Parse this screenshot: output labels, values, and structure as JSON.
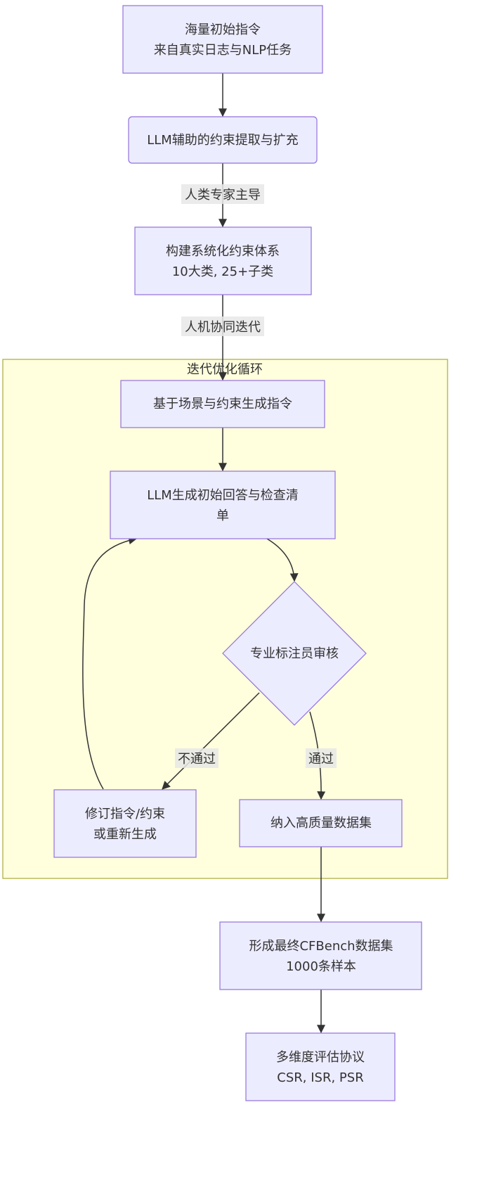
{
  "nodes": {
    "n1": {
      "line1": "海量初始指令",
      "line2": "来自真实日志与NLP任务"
    },
    "n2": {
      "line1": "LLM辅助的约束提取与扩充"
    },
    "n3": {
      "line1": "构建系统化约束体系",
      "line2": "10大类, 25+子类"
    },
    "n4": {
      "line1": "基于场景与约束生成指令"
    },
    "n5": {
      "line1": "LLM生成初始回答与检查清",
      "line2": "单"
    },
    "n6": {
      "line1": "专业标注员审核"
    },
    "n7": {
      "line1": "修订指令/约束",
      "line2": "或重新生成"
    },
    "n8": {
      "line1": "纳入高质量数据集"
    },
    "n9": {
      "line1": "形成最终CFBench数据集",
      "line2": "1000条样本"
    },
    "n10": {
      "line1": "多维度评估协议",
      "line2": "CSR, ISR, PSR"
    }
  },
  "edges": {
    "e2_3": "人类专家主导",
    "e3_4": "人机协同迭代",
    "e6_7": "不通过",
    "e6_8": "通过"
  },
  "cluster": {
    "title": "迭代优化循环"
  },
  "colors": {
    "node_fill": "#ECECFF",
    "node_stroke": "#9370DB",
    "cluster_fill": "#FFFFDE",
    "cluster_stroke": "#AAAA33",
    "edge": "#333333"
  }
}
